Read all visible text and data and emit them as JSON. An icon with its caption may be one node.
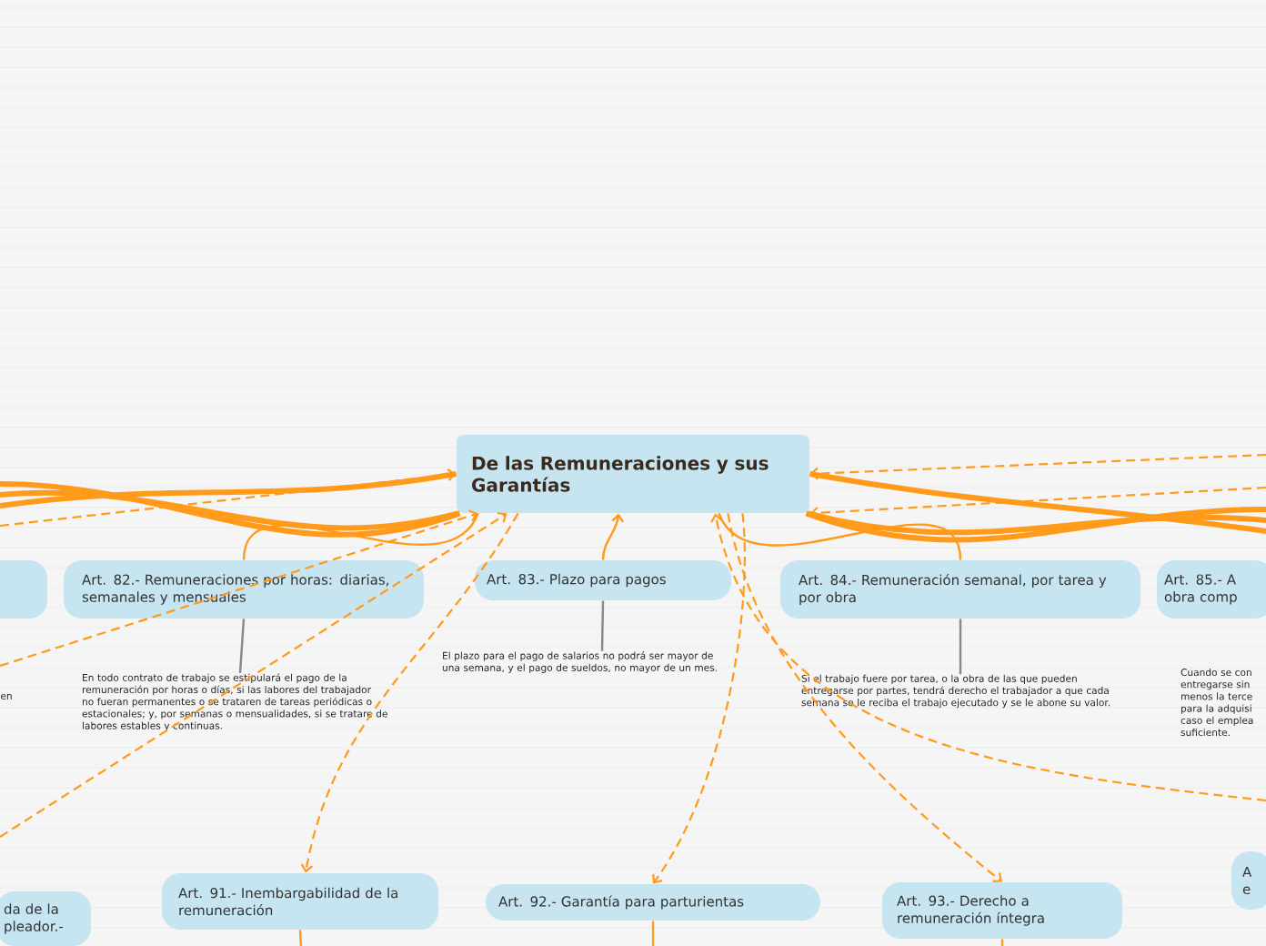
{
  "diagram": {
    "nodes": [
      {
        "text": [
          "De las Remuneraciones y sus Garantías"
        ]
      },
      {
        "text": [],
        "shape": "box"
      },
      {
        "text": [
          "Art. 82.- Remuneraciones por horas: diarias, semanales y mensuales"
        ]
      },
      {
        "text": [
          "Art. 83.- Plazo para pagos"
        ]
      },
      {
        "text": [
          "Art. 84.- Remuneración semanal, por tarea y por obra"
        ]
      },
      {
        "text": [
          "Art. 85.- A obra comp"
        ]
      },
      {
        "text": [
          "En todo contrato de trabajo se estipulará el pago de la remuneración por horas o días, si las labores del trabajador no fueran permanentes o se trataren de tareas periódicas o estacionales; y, por semanas o mensualidades, si se tratare de labores estables y continuas."
        ]
      },
      {
        "text": [
          "El plazo para el pago de salarios no podrá ser mayor de una semana, y el pago de sueldos, no mayor de un mes."
        ]
      },
      {
        "text": [
          "Si el trabajo fuere por tarea, o la obra de las que pueden entregarse por partes, tendrá derecho el trabajador a que cada semana se le reciba el trabajo ejecutado y se le abone su valor."
        ]
      },
      {
        "text": [
          "Cuando se con entregarse sin menos la terce para la adquisi caso el emplea suficiente."
        ]
      },
      {
        "text": [
          "da de la pleador.-"
        ]
      },
      {
        "text": [
          "Art. 91.- Inembargabilidad de la remuneración"
        ]
      },
      {
        "text": [
          "Art. 92.- Garantía para parturientas"
        ]
      },
      {
        "text": [
          "Art. 93.- Derecho a remuneración íntegra"
        ]
      },
      {
        "text": [
          "A e"
        ]
      }
    ],
    "edges": [
      {
        "from": 0,
        "to": null,
        "arrow": "none",
        "style": "thick"
      },
      {
        "from": 0,
        "to": null,
        "arrow": "none",
        "style": "thick"
      },
      {
        "from": 0,
        "to": null,
        "arrow": "none",
        "style": "thick"
      },
      {
        "from": 0,
        "to": null,
        "arrow": "none",
        "style": "thick"
      },
      {
        "from": 0,
        "to": null,
        "arrow": "none",
        "style": "thick"
      },
      {
        "from": 0,
        "to": null,
        "arrow": "none",
        "style": "thick"
      },
      {
        "from": 0,
        "to": 2,
        "arrow": "none"
      },
      {
        "from": 3,
        "to": 0,
        "arrow": "to"
      },
      {
        "from": 0,
        "to": 4,
        "arrow": "none"
      },
      {
        "from": 2,
        "to": 6,
        "arrow": "none",
        "color": "#888888"
      },
      {
        "from": 3,
        "to": 7,
        "arrow": "none",
        "color": "#888888"
      },
      {
        "from": 4,
        "to": 8,
        "arrow": "none",
        "color": "#888888"
      },
      {
        "from": null,
        "to": 0,
        "arrow": "to",
        "style": "dashed"
      },
      {
        "from": null,
        "to": 0,
        "arrow": "to",
        "style": "dashed"
      },
      {
        "from": null,
        "to": 0,
        "arrow": "to",
        "style": "dashed"
      },
      {
        "from": 0,
        "to": 11,
        "arrow": "to",
        "style": "dashed"
      },
      {
        "from": 0,
        "to": 12,
        "arrow": "to",
        "style": "dashed"
      },
      {
        "from": 0,
        "to": 13,
        "arrow": "to",
        "style": "dashed"
      },
      {
        "from": null,
        "to": 0,
        "arrow": "to",
        "style": "dashed"
      },
      {
        "from": null,
        "to": 0,
        "arrow": "to",
        "style": "dashed"
      },
      {
        "from": null,
        "to": 0,
        "arrow": "to",
        "style": "dashed"
      },
      {
        "from": 11,
        "to": null,
        "arrow": "none"
      },
      {
        "from": 12,
        "to": null,
        "arrow": "none"
      },
      {
        "from": 13,
        "to": null,
        "arrow": "none"
      }
    ],
    "labels": [
      "en"
    ]
  }
}
